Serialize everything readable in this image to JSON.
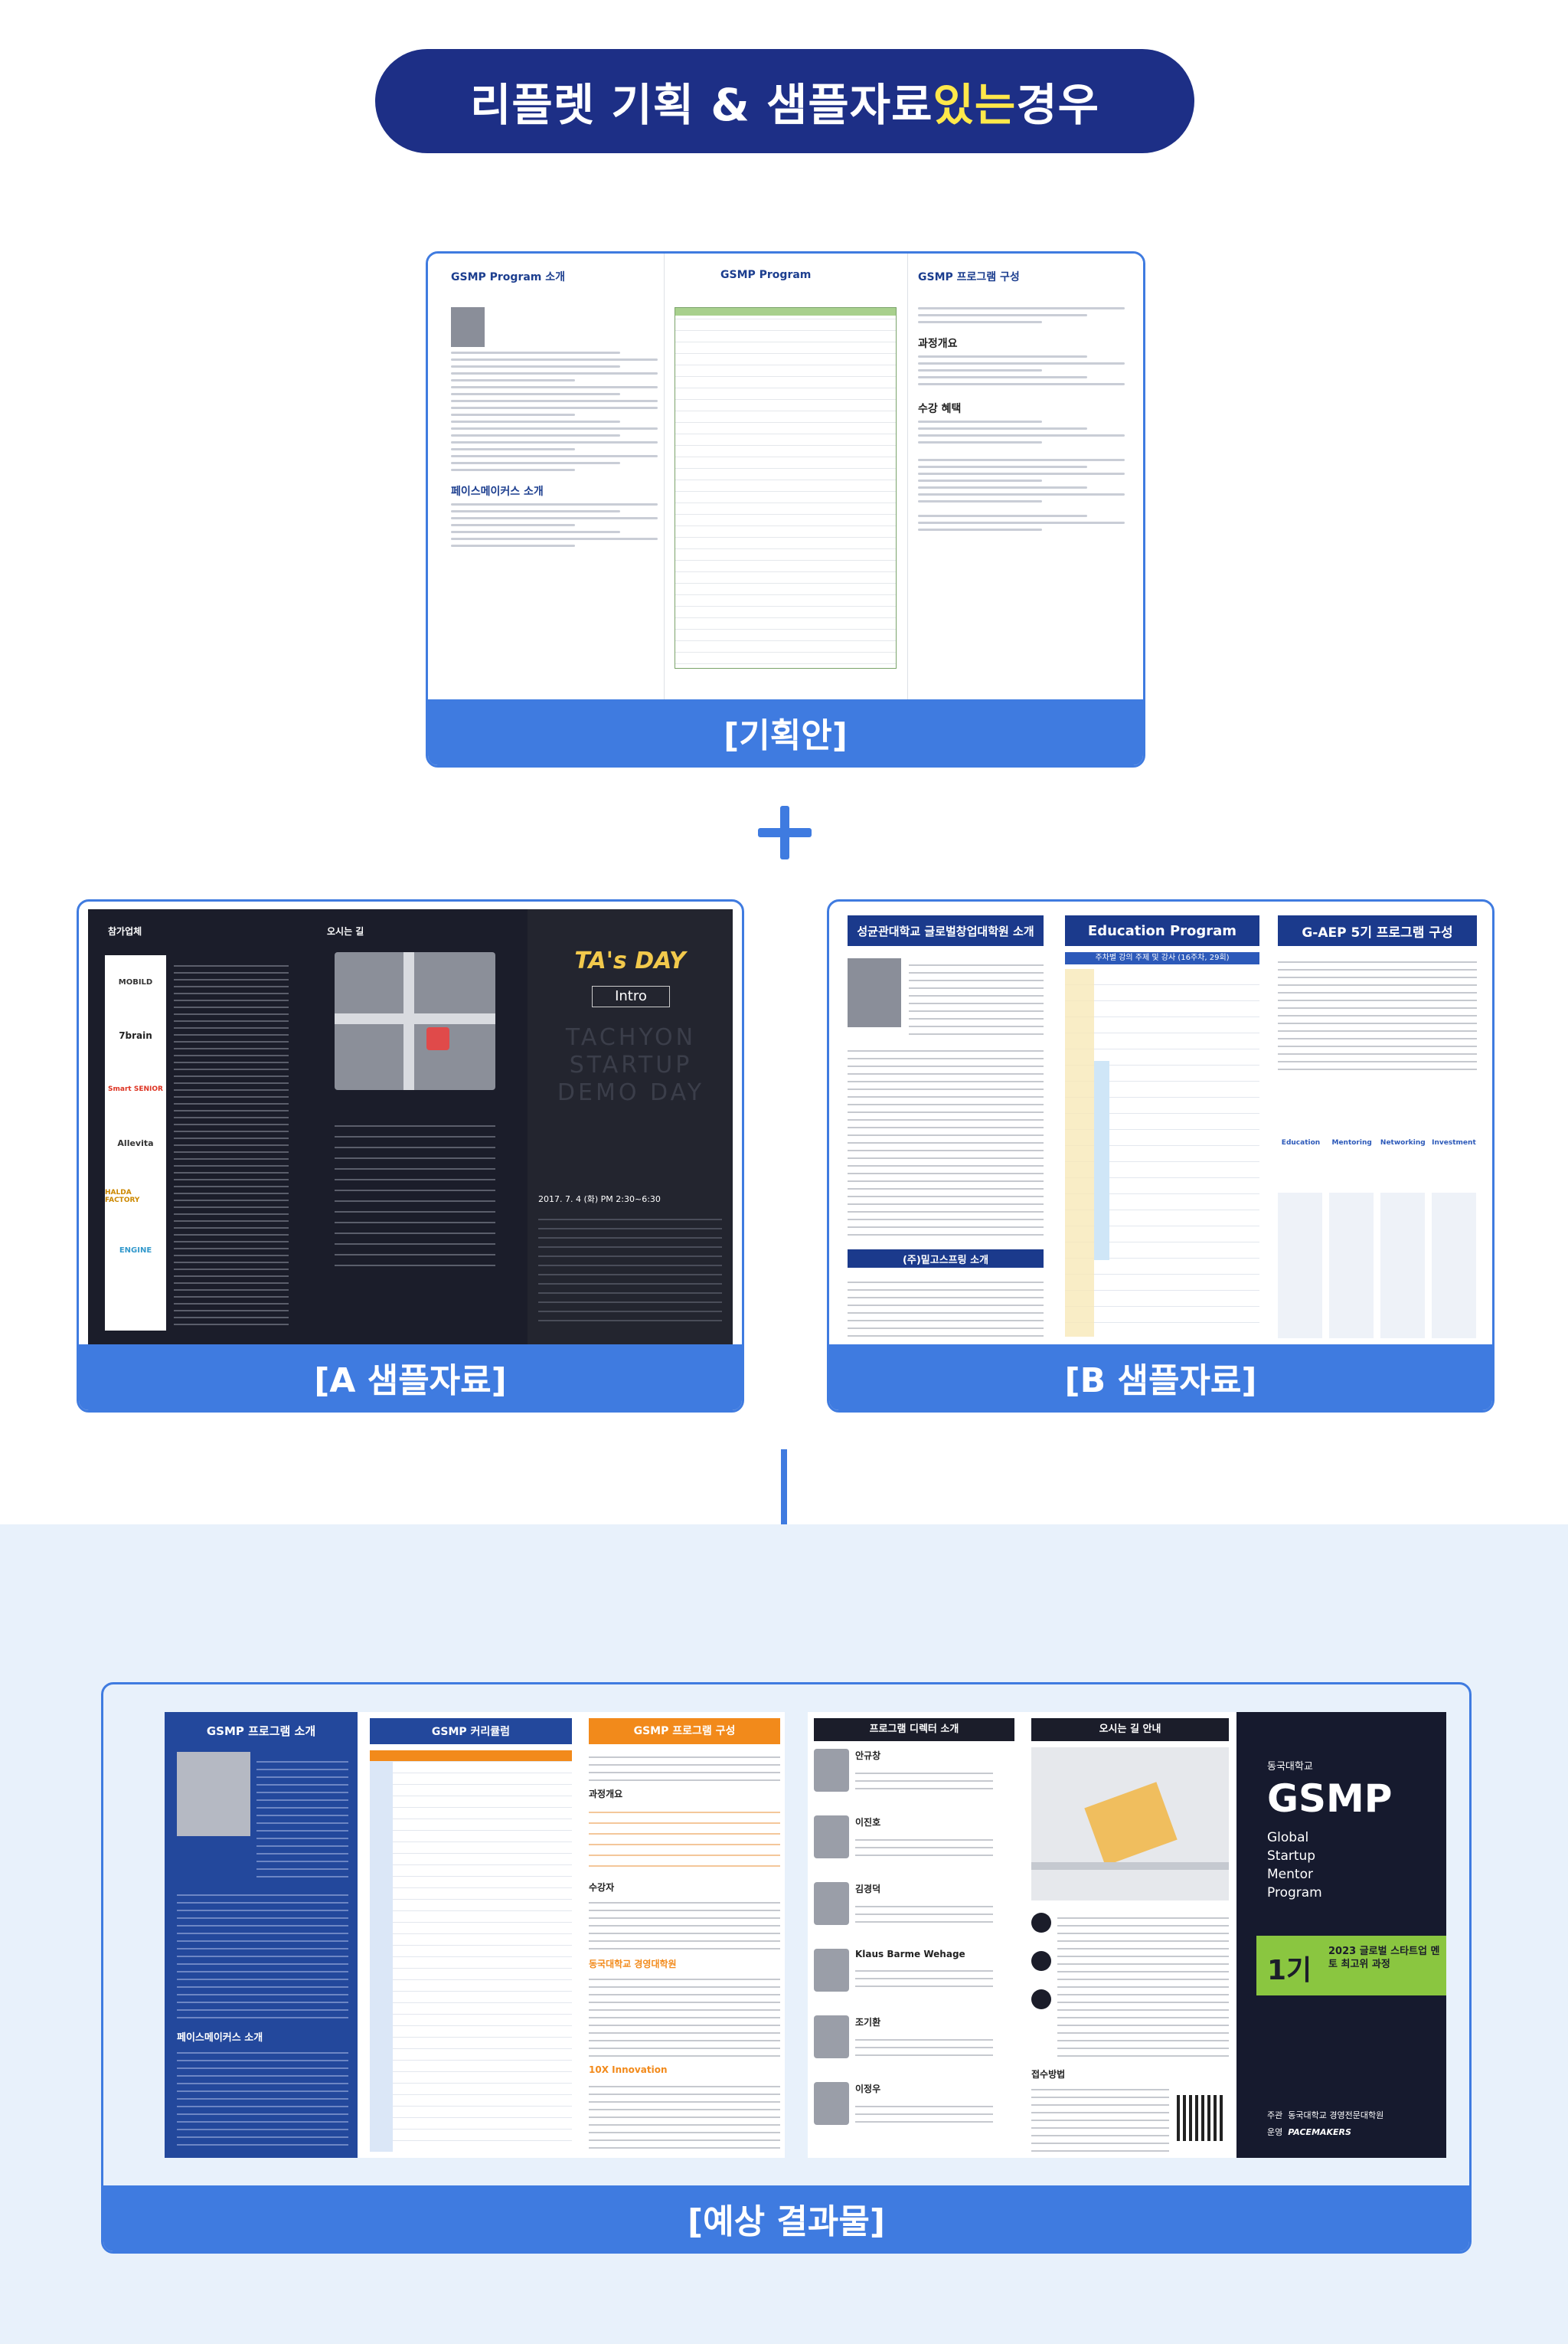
{
  "header": {
    "title_before": "리플렛 기획 & 샘플자료 ",
    "title_highlight": "있는",
    "title_after": " 경우"
  },
  "plan": {
    "caption": "[기획안]",
    "col1_title": "GSMP Program 소개",
    "col1_sub": "페이스메이커스 소개",
    "col2_title": "GSMP Program",
    "col3_title": "GSMP 프로그램 구성",
    "col3_s1": "과정개요",
    "col3_s2": "수강 혜택"
  },
  "plus_icon": "plus-icon",
  "sample_a": {
    "caption": "[A 샘플자료]",
    "panel1_title": "참가업체",
    "panel2_title": "오시는 길",
    "panel3_title": "TA's DAY",
    "panel3_sub": "Intro",
    "panel3_big": "TACHYON STARTUP DEMO DAY",
    "date": "2017. 7. 4 (화) PM 2:30~6:30",
    "logos": [
      "MOBILD",
      "7brain",
      "Smart SENIOR",
      "Allevita",
      "HALDA FACTORY",
      "ENGINE"
    ]
  },
  "sample_b": {
    "caption": "[B 샘플자료]",
    "panel1_title": "성균관대학교 글로벌창업대학원 소개",
    "panel1_sub": "(주)밑고스프링 소개",
    "panel2_title": "Education Program",
    "panel2_sub": "주차별 강의 주제 및 강사 (16주차, 29회)",
    "panel3_title": "G-AEP 5기 프로그램 구성",
    "panel3_steps": [
      "Education",
      "Mentoring",
      "Networking",
      "Investment"
    ]
  },
  "arrow_icon": "arrow-down-icon",
  "result": {
    "caption": "[예상 결과물]",
    "left": {
      "p1_title": "GSMP 프로그램 소개",
      "p1_sub": "페이스메이커스 소개",
      "p2_title": "GSMP 커리큘럼",
      "p3_title": "GSMP 프로그램 구성",
      "p3_s1": "과정개요",
      "p3_s2": "수강자",
      "p3_s3": "동국대학교 경영대학원",
      "p3_s4": "10X Innovation"
    },
    "right": {
      "p1_title": "프로그램 디렉터 소개",
      "directors": [
        "안규창",
        "이진호",
        "김경덕",
        "Klaus Barme Wehage",
        "조기환",
        "이정우"
      ],
      "p2_title": "오시는 길 안내",
      "p2_s1": "접수방법",
      "cover_univ": "동국대학교",
      "cover_title": "GSMP",
      "cover_lines": [
        "Global",
        "Startup",
        "Mentor",
        "Program"
      ],
      "cohort": "1기",
      "cohort_text": "2023 글로벌 스타트업 멘토 최고위 과정",
      "host_label": "주관",
      "host": "동국대학교 경영전문대학원",
      "operator_label": "운영",
      "operator": "PACEMAKERS"
    }
  },
  "colors": {
    "navy": "#1d2f86",
    "accent_blue": "#3f7be0",
    "highlight_yellow": "#ffe84a",
    "result_bg": "#e8f1fb",
    "orange": "#f28a1b",
    "green": "#8ac640"
  }
}
